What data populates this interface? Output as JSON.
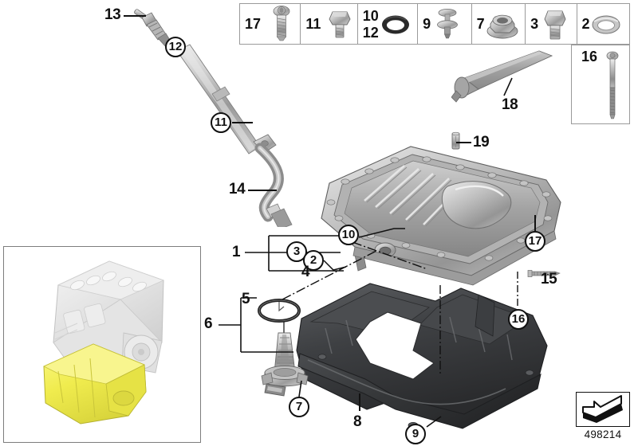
{
  "diagram": {
    "part_number": "498214",
    "colors": {
      "background": "#ffffff",
      "line": "#111111",
      "frame": "#9a9a9a",
      "metal_light": "#d9d9d9",
      "metal_mid": "#9e9e9e",
      "metal_dark": "#6d6d6d",
      "sump_dark": "#3a3b3d",
      "highlight_yellow": "#f2ef52",
      "inset_gray": "#e3e3e3"
    }
  },
  "legend": {
    "cells": [
      {
        "number": "17",
        "icon": "torx-flange-screw-icon"
      },
      {
        "number": "11",
        "icon": "hex-head-bolt-icon"
      },
      {
        "number": "10",
        "number2": "12",
        "icon": "o-ring-icon"
      },
      {
        "number": "9",
        "icon": "expanding-rivet-icon"
      },
      {
        "number": "7",
        "icon": "flange-nut-icon"
      },
      {
        "number": "3",
        "icon": "drain-plug-bolt-icon"
      },
      {
        "number": "2",
        "icon": "sealing-ring-icon"
      }
    ],
    "box16": {
      "number": "16",
      "icon": "long-stretch-bolt-icon"
    }
  },
  "callouts": {
    "c1": "1",
    "c2": "2",
    "c3": "3",
    "c4": "4",
    "c5": "5",
    "c6": "6",
    "c7": "7",
    "c8": "8",
    "c9": "9",
    "c10": "10",
    "c11": "11",
    "c12": "12",
    "c13": "13",
    "c14": "14",
    "c15": "15",
    "c16": "16",
    "c17": "17",
    "c18": "18",
    "c19": "19"
  },
  "parts": {
    "oil_pan": "oil-pan-upper",
    "sump_baffle": "oil-sump-lower-baffle",
    "dipstick": "oil-dipstick",
    "dipstick_tube": "dipstick-guide-tube",
    "oil_level_sensor": "oil-level-sensor",
    "sealant_tube": "sealant-tube",
    "dowel_pin": "dowel-pin",
    "engine_inset": "engine-assembly-highlight"
  },
  "direction_marker": {
    "name": "viewing-direction-arrow",
    "label": "498214"
  }
}
